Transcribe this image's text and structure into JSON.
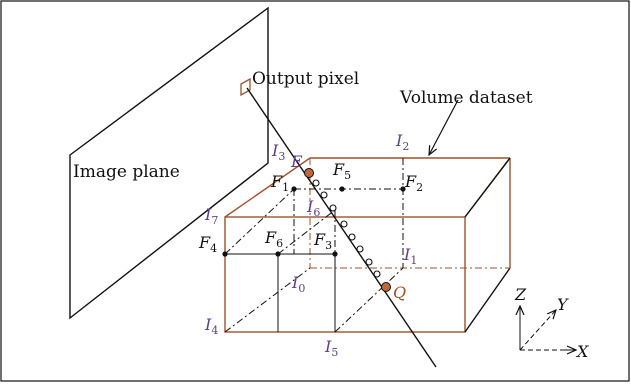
{
  "labels": {
    "output_pixel": "Output pixel",
    "volume_dataset": "Volume dataset",
    "image_plane": "Image plane"
  },
  "vertices": {
    "I0": {
      "letter": "I",
      "sub": "0"
    },
    "I1": {
      "letter": "I",
      "sub": "1"
    },
    "I2": {
      "letter": "I",
      "sub": "2"
    },
    "I3": {
      "letter": "I",
      "sub": "3"
    },
    "I4": {
      "letter": "I",
      "sub": "4"
    },
    "I5": {
      "letter": "I",
      "sub": "5"
    },
    "I6": {
      "letter": "I",
      "sub": "6"
    },
    "I7": {
      "letter": "I",
      "sub": "7"
    },
    "F1": {
      "letter": "F",
      "sub": "1"
    },
    "F2": {
      "letter": "F",
      "sub": "2"
    },
    "F3": {
      "letter": "F",
      "sub": "3"
    },
    "F4": {
      "letter": "F",
      "sub": "4"
    },
    "F5": {
      "letter": "F",
      "sub": "5"
    },
    "F6": {
      "letter": "F",
      "sub": "6"
    }
  },
  "points": {
    "E": "E",
    "Q": "Q"
  },
  "axes": {
    "x": "X",
    "y": "Y",
    "z": "Z"
  },
  "colors": {
    "box_edge": "#a0522d",
    "vertex_label": "#5e3f8a",
    "endpoint_fill": "#c0663a",
    "ink": "#111111"
  }
}
